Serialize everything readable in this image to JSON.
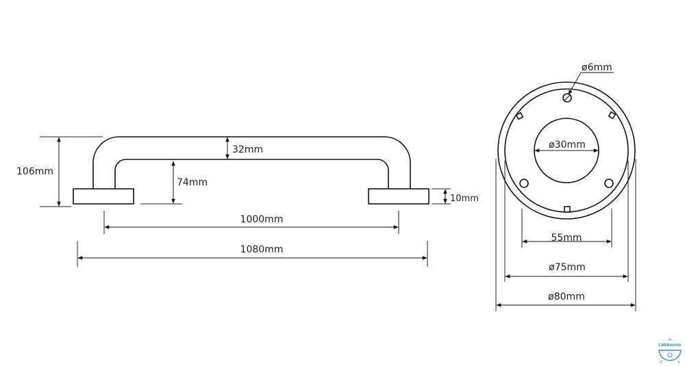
{
  "side_view": {
    "dim_height": "106mm",
    "dim_tube": "32mm",
    "dim_inner_height": "74mm",
    "dim_base": "10mm",
    "dim_centers": "1000mm",
    "dim_overall": "1080mm"
  },
  "front_view": {
    "dim_screw_hole": "ø6mm",
    "dim_center_hole": "ø30mm",
    "dim_hole_spacing": "55mm",
    "dim_inner_diameter": "ø75mm",
    "dim_outer_diameter": "ø80mm"
  },
  "logo": {
    "text": "СИБВАННА",
    "icon": "bathtub-icon",
    "color": "#3a8fd0"
  }
}
